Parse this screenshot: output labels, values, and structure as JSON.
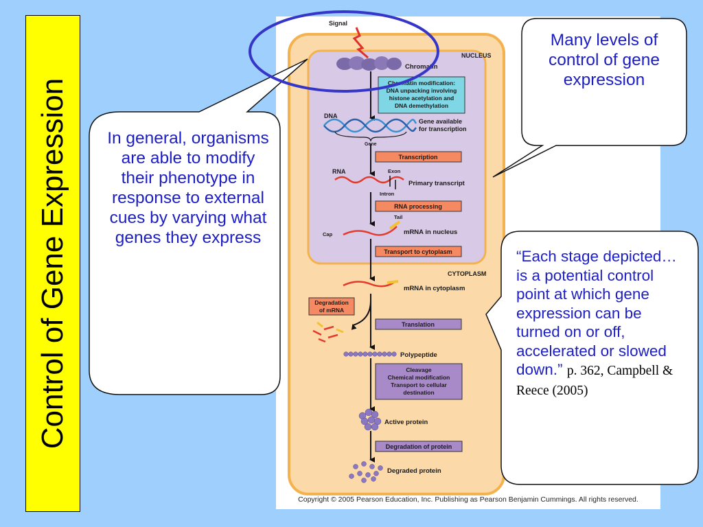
{
  "title": "Control of Gene Expression",
  "callouts": {
    "left": "In general, organisms are able to modify their phenotype in response to external cues by varying what genes they express",
    "top_right": "Many levels of control of gene expression",
    "right_quote": "“Each stage depicted… is a potential control point at which gene expression can be turned on or off, accelerated or slowed down.”",
    "right_citation": "p. 362, Campbell & Reece (2005)"
  },
  "figure": {
    "signal": "Signal",
    "nucleus": "NUCLEUS",
    "cytoplasm": "CYTOPLASM",
    "chromatin": "Chromatin",
    "chromatin_modification": [
      "Chromatin modification:",
      "DNA unpacking involving",
      "histone acetylation and",
      "DNA demethylation"
    ],
    "dna": "DNA",
    "gene_available": [
      "Gene available",
      "for transcription"
    ],
    "gene": "Gene",
    "transcription": "Transcription",
    "rna": "RNA",
    "exon": "Exon",
    "intron": "Intron",
    "primary_transcript": "Primary transcript",
    "rna_processing": "RNA processing",
    "tail": "Tail",
    "cap": "Cap",
    "mrna_nucleus": "mRNA in nucleus",
    "transport_cytoplasm": "Transport to cytoplasm",
    "mrna_cytoplasm": "mRNA in cytoplasm",
    "degradation_mrna": [
      "Degradation",
      "of mRNA"
    ],
    "translation": "Translation",
    "polypeptide": "Polypeptide",
    "cleavage": [
      "Cleavage",
      "Chemical modification",
      "Transport to cellular",
      "destination"
    ],
    "active_protein": "Active protein",
    "degradation_protein": "Degradation of protein",
    "degraded_protein": "Degraded protein",
    "copyright": "Copyright © 2005 Pearson Education, Inc. Publishing as Pearson Benjamin Cummings. All rights reserved."
  },
  "colors": {
    "background": "#9fcffd",
    "title_bar": "#ffff00",
    "cell": "#fbd9a8",
    "nucleus": "#d8c9e6",
    "callout_text": "#1d1ec2",
    "highlight_oval": "#3535c8"
  }
}
